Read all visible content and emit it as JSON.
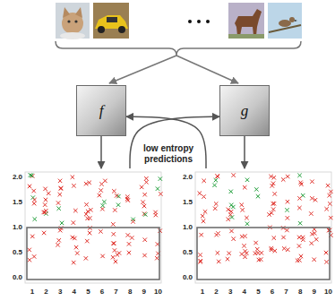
{
  "diagram": {
    "nodes": [
      {
        "text": [
          "f"
        ]
      },
      {
        "text": [
          "g"
        ]
      },
      {
        "text": [
          "2.0",
          "1.5",
          "1.0",
          "0.5",
          "0.0",
          "1",
          "2",
          "3",
          "4",
          "5",
          "6",
          "7",
          "8",
          "9",
          "10"
        ]
      },
      {
        "text": [
          "2.0",
          "1.5",
          "1.0",
          "0.5",
          "0.0",
          "1",
          "2",
          "3",
          "4",
          "5",
          "6",
          "7",
          "8",
          "9",
          "10"
        ]
      }
    ],
    "edges": [
      {
        "from": 0,
        "to": 2,
        "arrow": "to"
      },
      {
        "from": 1,
        "to": 3,
        "arrow": "to"
      },
      {
        "from": 2,
        "to": 1,
        "arrow": "to"
      },
      {
        "from": 3,
        "to": 0,
        "arrow": "to"
      }
    ],
    "labels": [
      "low entropy predictions"
    ]
  }
}
